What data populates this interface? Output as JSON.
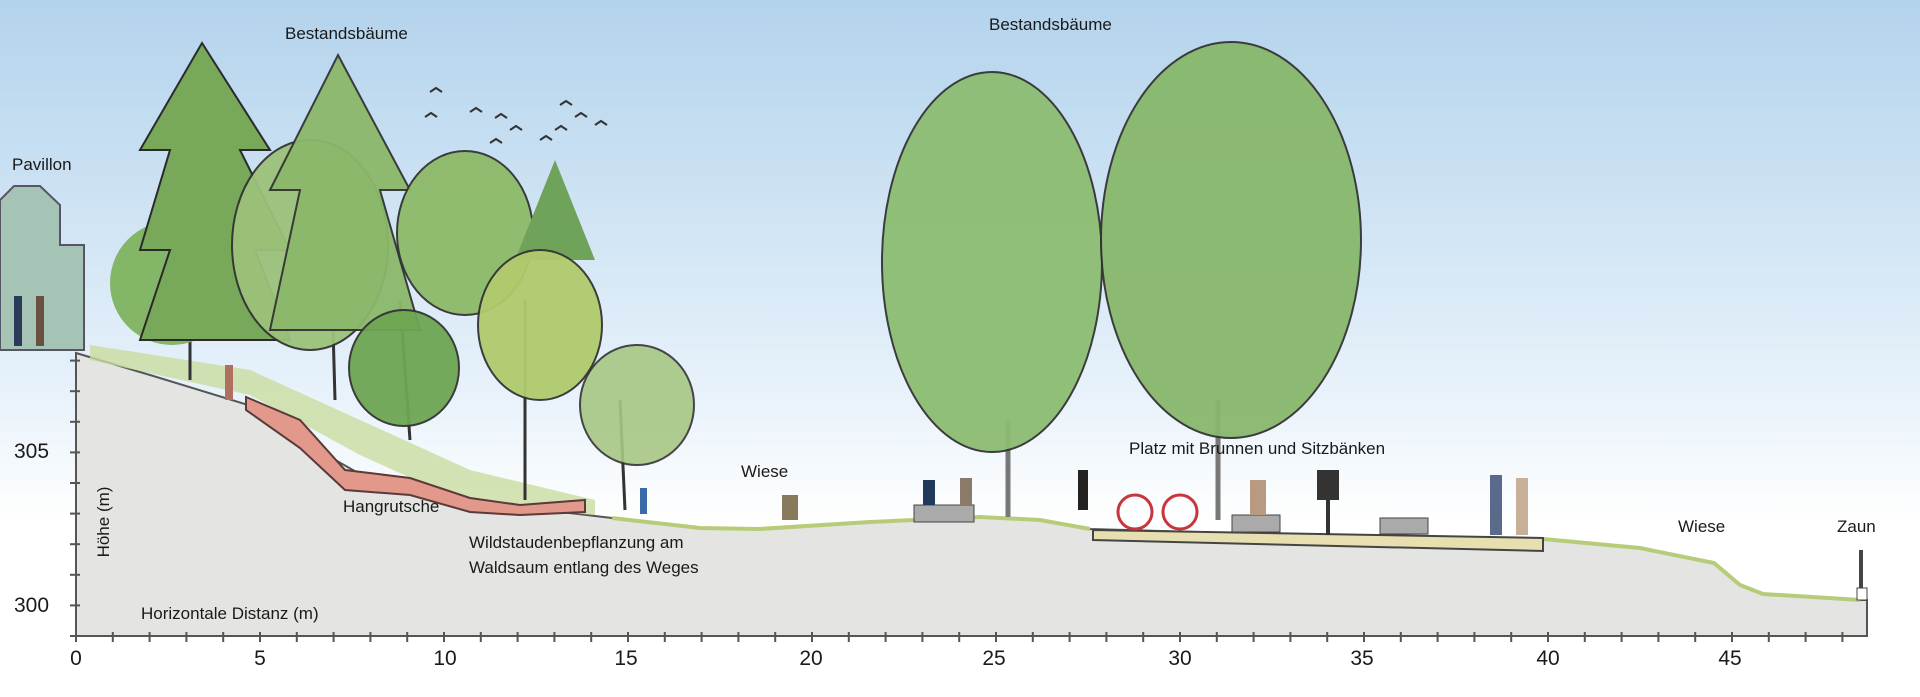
{
  "labels": {
    "pavillon": "Pavillon",
    "trees_left": "Bestandsbäume",
    "trees_right": "Bestandsbäume",
    "meadow_1": "Wiese",
    "plaza": "Platz mit Brunnen und Sitzbänken",
    "slide": "Hangrutsche",
    "planting_line1": "Wildstaudenbepflanzung am",
    "planting_line2": "Waldsaum entlang des Weges",
    "meadow_2": "Wiese",
    "fence": "Zaun"
  },
  "axes": {
    "y_label": "Höhe (m)",
    "x_label": "Horizontale Distanz (m)",
    "x_ticks": [
      "0",
      "5",
      "10",
      "15",
      "20",
      "25",
      "30",
      "35",
      "40",
      "45"
    ],
    "y_ticks": [
      "305",
      "300"
    ]
  },
  "colors": {
    "sky": "#bcd8ee",
    "ground": "#e6e6e4",
    "tree_dark": "#6fa35a",
    "tree_light": "#a9c97a",
    "slide": "#e2988a",
    "plaza": "#e8dfb0"
  }
}
